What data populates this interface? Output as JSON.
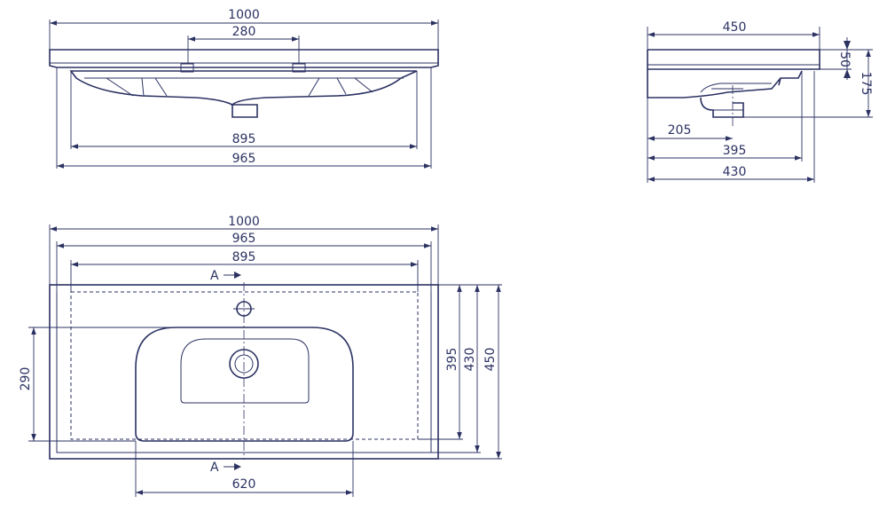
{
  "colors": {
    "line": "#2b3262",
    "background": "#ffffff"
  },
  "front_view": {
    "labels": {
      "overall_width": "1000",
      "tap_spacing": "280",
      "bowl_width": "895",
      "body_width": "965"
    }
  },
  "side_view": {
    "labels": {
      "depth": "450",
      "rim_height": "50",
      "total_height": "175",
      "drain_offset": "205",
      "bowl_depth": "395",
      "body_depth": "430"
    }
  },
  "top_view": {
    "labels": {
      "overall_width": "1000",
      "body_width": "965",
      "bowl_width": "895",
      "section_top": "A",
      "section_bottom": "A",
      "bowl_front_depth": "290",
      "inner_depth": "395",
      "body_depth": "430",
      "overall_depth": "450",
      "basin_width": "620"
    }
  }
}
